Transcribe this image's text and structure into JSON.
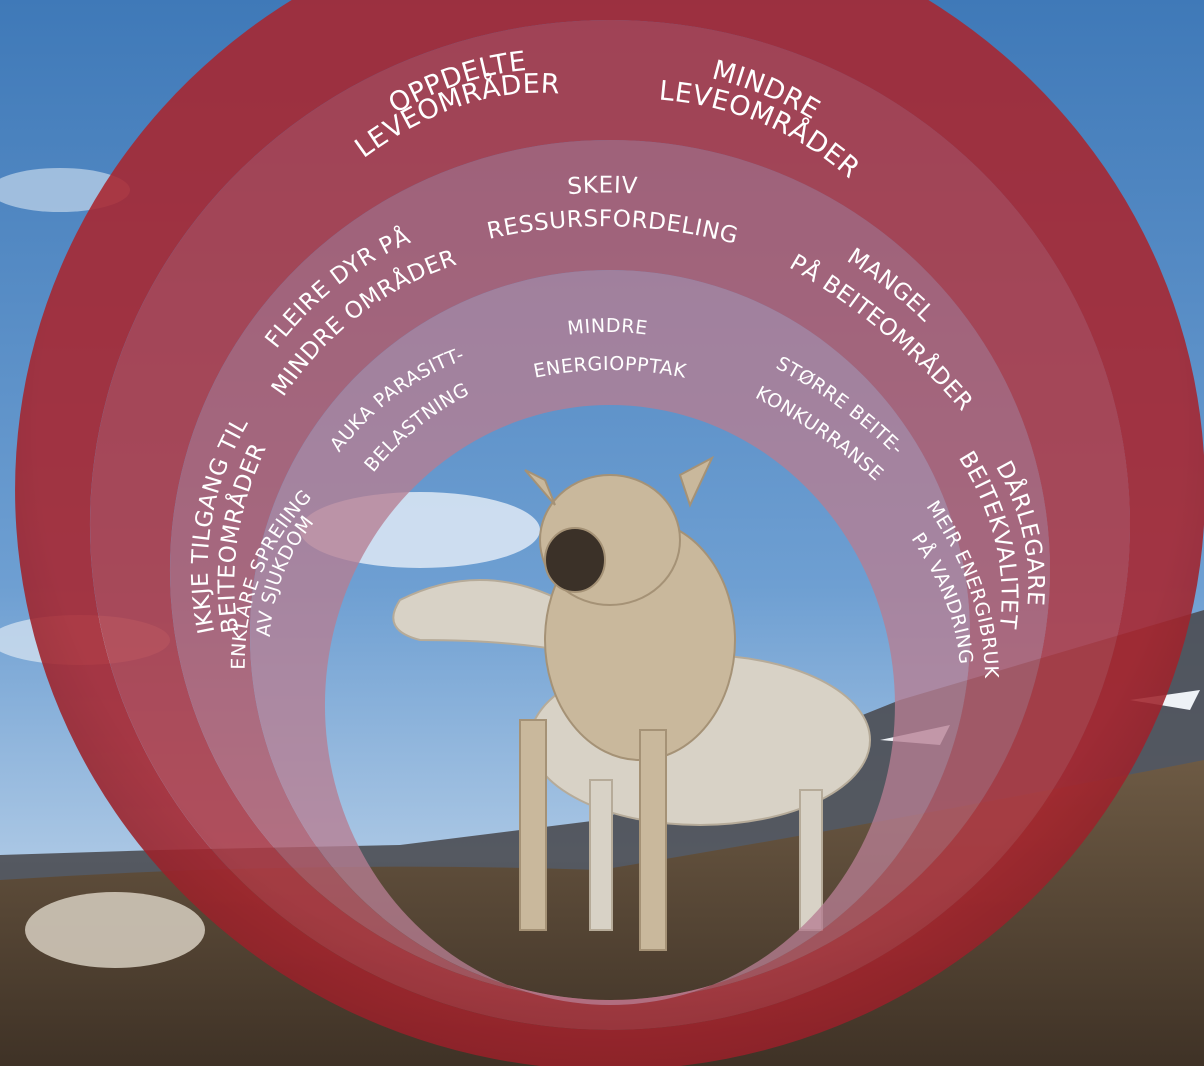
{
  "colors": {
    "sky_top": "#3f79b8",
    "sky_bottom": "#9dc0e2",
    "ground": "#5b4c3c",
    "ring_outer": "#a8262f",
    "ring_second": "#b03a44",
    "ring_third": "#b45a69",
    "ring_inner": "#b57f93",
    "label": "#ffffff"
  },
  "rings": {
    "outer": {
      "labels": [
        [
          "OPPDELTE",
          "LEVEOMRÅDER"
        ],
        [
          "MINDRE",
          "LEVEOMRÅDER"
        ]
      ]
    },
    "second": {
      "labels": [
        [
          "IKKJE TILGANG TIL",
          "BEITEOMRÅDER"
        ],
        [
          "DÅRLEGARE",
          "BEITEKVALITET"
        ]
      ]
    },
    "third": {
      "labels": [
        [
          "FLEIRE DYR PÅ",
          "MINDRE OMRÅDER"
        ],
        [
          "SKEIV",
          "RESSURSFORDELING"
        ],
        [
          "MANGEL",
          "PÅ BEITEOMRÅDER"
        ]
      ]
    },
    "inner": {
      "labels": [
        [
          "ENKLARE SPREIING",
          "AV SJUKDOM"
        ],
        [
          "AUKA PARASITT-",
          "BELASTNING"
        ],
        [
          "MINDRE",
          "ENERGIOPPTAK"
        ],
        [
          "STØRRE BEITE-",
          "KONKURRANSE"
        ],
        [
          "MEIR ENERGIBRUK",
          "PÅ VANDRING"
        ]
      ]
    }
  }
}
